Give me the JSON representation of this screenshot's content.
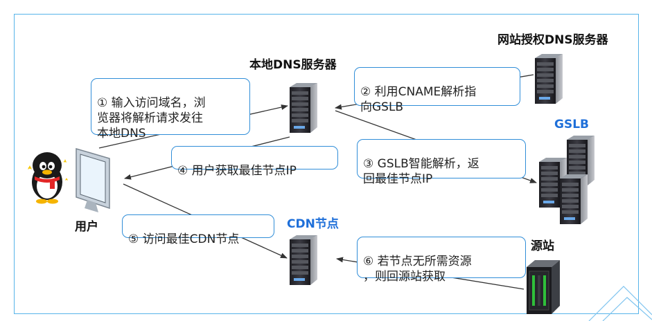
{
  "labels": {
    "user": "用户",
    "local_dns": "本地DNS服务器",
    "auth_dns": "网站授权DNS服务器",
    "gslb": "GSLB",
    "cdn_node": "CDN节点",
    "origin": "源站"
  },
  "steps": [
    {
      "num": "①",
      "text": "输入访问域名，浏\n览器将解析请求发往\n本地DNS"
    },
    {
      "num": "②",
      "text": "利用CNAME解析指\n向GSLB"
    },
    {
      "num": "③",
      "text": "GSLB智能解析，返\n回最佳节点IP"
    },
    {
      "num": "④",
      "text": "用户获取最佳节点IP"
    },
    {
      "num": "⑤",
      "text": "访问最佳CDN节点"
    },
    {
      "num": "⑥",
      "text": "若节点无所需资源\n，则回源站获取"
    }
  ],
  "icons": {
    "user": "penguin-mascot-icon",
    "monitor": "monitor-icon",
    "server": "server-tower-icon",
    "origin": "server-rack-icon"
  },
  "colors": {
    "accent": "#1e6fd9",
    "box_border": "#2f8dd8",
    "frame": "#56b4e9",
    "arrow": "#333333"
  }
}
